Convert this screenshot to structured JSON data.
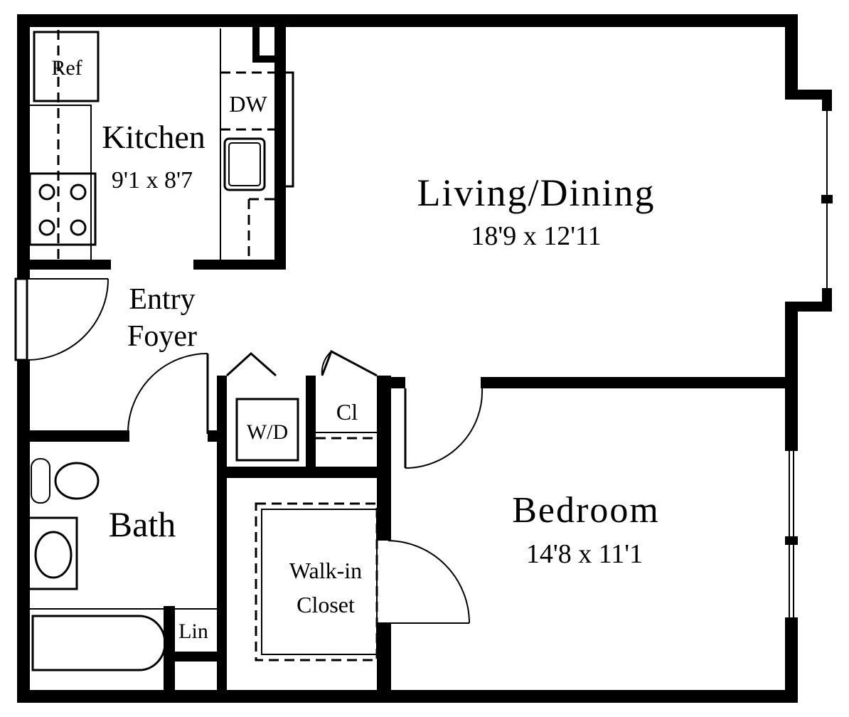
{
  "rooms": {
    "kitchen": {
      "name": "Kitchen",
      "dims": "9'1 x 8'7"
    },
    "living": {
      "name": "Living/Dining",
      "dims": "18'9 x 12'11"
    },
    "entry": {
      "line1": "Entry",
      "line2": "Foyer"
    },
    "bath": {
      "name": "Bath"
    },
    "bedroom": {
      "name": "Bedroom",
      "dims": "14'8 x 11'1"
    },
    "walkin": {
      "line1": "Walk-in",
      "line2": "Closet"
    }
  },
  "fixtures": {
    "ref": "Ref",
    "dw": "DW",
    "wd": "W/D",
    "cl": "Cl",
    "lin": "Lin"
  }
}
